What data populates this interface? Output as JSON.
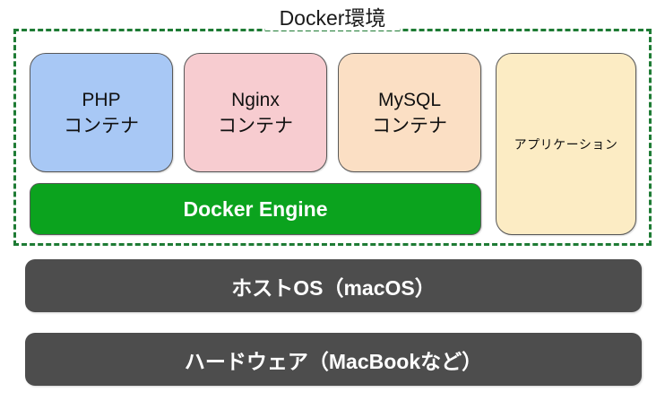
{
  "diagram": {
    "title": "Docker環境",
    "environment": {
      "label": "Docker環境",
      "border_color": "#1e7b34",
      "border_style": "dashed"
    },
    "containers": [
      {
        "name": "PHP",
        "sub": "コンテナ",
        "color": "#a8c8f5"
      },
      {
        "name": "Nginx",
        "sub": "コンテナ",
        "color": "#f7ccd0"
      },
      {
        "name": "MySQL",
        "sub": "コンテナ",
        "color": "#fbdfc4"
      }
    ],
    "application": {
      "label": "アプリケーション",
      "color": "#fcecc4"
    },
    "engine": {
      "label": "Docker Engine",
      "color": "#0ba31e",
      "text_color": "#ffffff"
    },
    "layers": [
      {
        "label": "ホストOS（macOS）",
        "color": "#4d4d4d"
      },
      {
        "label": "ハードウェア（MacBookなど）",
        "color": "#4d4d4d"
      }
    ]
  }
}
